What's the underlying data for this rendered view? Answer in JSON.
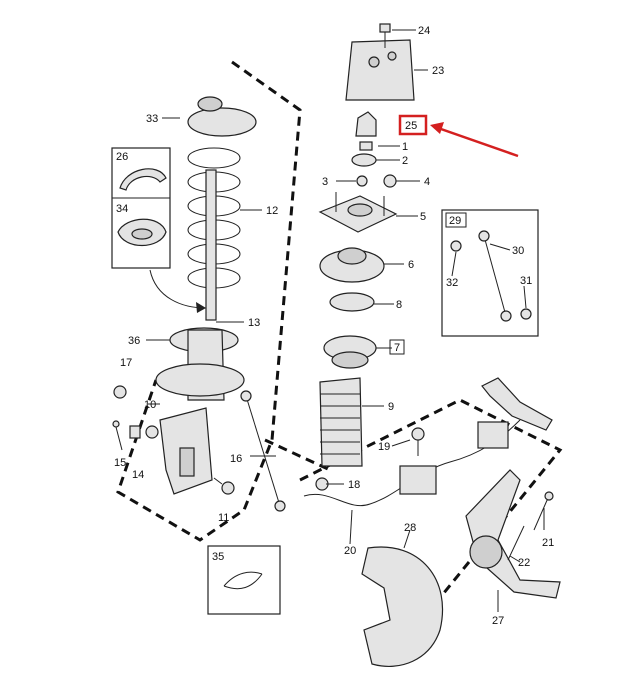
{
  "callouts": {
    "c1": "1",
    "c2": "2",
    "c3": "3",
    "c4": "4",
    "c5": "5",
    "c6": "6",
    "c7": "7",
    "c8": "8",
    "c9": "9",
    "c10": "10",
    "c11": "11",
    "c12": "12",
    "c13": "13",
    "c14": "14",
    "c15": "15",
    "c16": "16",
    "c17": "17",
    "c18": "18",
    "c19": "19",
    "c20": "20",
    "c21": "21",
    "c22": "22",
    "c23": "23",
    "c24": "24",
    "c25": "25",
    "c26": "26",
    "c27": "27",
    "c28": "28",
    "c29": "29",
    "c30": "30",
    "c31": "31",
    "c32": "32",
    "c33": "33",
    "c34": "34",
    "c35": "35",
    "c36": "36"
  },
  "highlight": {
    "part": "25",
    "color": "#d42020"
  },
  "colors": {
    "line": "#222222",
    "shade": "#e4e4e4",
    "highlight": "#d42020"
  }
}
